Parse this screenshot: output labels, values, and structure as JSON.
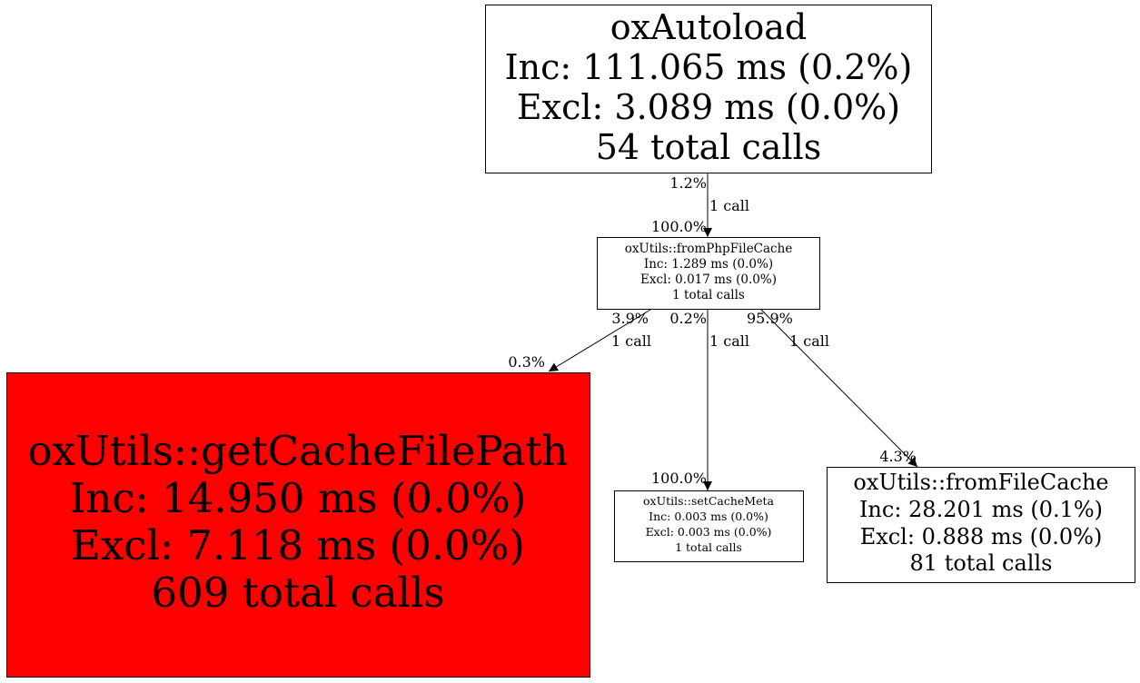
{
  "colors": {
    "hot_node": "#ff0000",
    "node": "#ffffff",
    "stroke": "#000000"
  },
  "nodes": {
    "autoload": {
      "name": "oxAutoload",
      "inc": "Inc: 111.065 ms (0.2%)",
      "excl": "Excl: 3.089 ms (0.0%)",
      "calls": "54 total calls"
    },
    "fromPhpFileCache": {
      "name": "oxUtils::fromPhpFileCache",
      "inc": "Inc: 1.289 ms (0.0%)",
      "excl": "Excl: 0.017 ms (0.0%)",
      "calls": "1 total calls"
    },
    "getCacheFilePath": {
      "name": "oxUtils::getCacheFilePath",
      "inc": "Inc: 14.950 ms (0.0%)",
      "excl": "Excl: 7.118 ms (0.0%)",
      "calls": "609 total calls"
    },
    "setCacheMeta": {
      "name": "oxUtils::setCacheMeta",
      "inc": "Inc: 0.003 ms (0.0%)",
      "excl": "Excl: 0.003 ms (0.0%)",
      "calls": "1 total calls"
    },
    "fromFileCache": {
      "name": "oxUtils::fromFileCache",
      "inc": "Inc: 28.201 ms (0.1%)",
      "excl": "Excl: 0.888 ms (0.0%)",
      "calls": "81 total calls"
    }
  },
  "edges": {
    "autoload_to_php": {
      "tail": "1.2%",
      "label": "1 call",
      "head": "100.0%"
    },
    "php_to_path": {
      "tail": "3.9%",
      "label": "1 call",
      "head": "0.3%"
    },
    "php_to_meta": {
      "tail": "0.2%",
      "label": "1 call",
      "head": "100.0%"
    },
    "php_to_file": {
      "tail": "95.9%",
      "label": "1 call",
      "head": "4.3%"
    }
  }
}
